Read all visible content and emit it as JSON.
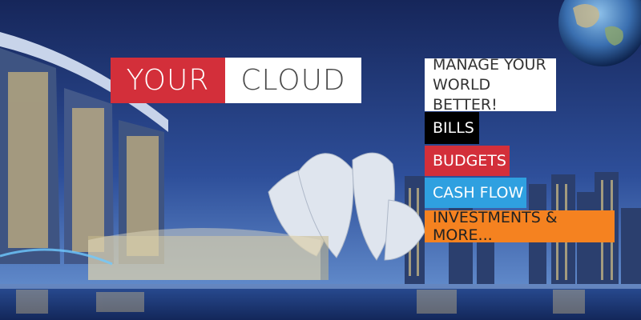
{
  "logo": {
    "part1": "YOUR",
    "part2": "CLOUD"
  },
  "tagline": "MANAGE YOUR WORLD BETTER!",
  "categories": {
    "bills": "BILLS",
    "budgets": "BUDGETS",
    "cash_flow": "CASH FLOW",
    "investments": "INVESTMENTS & MORE..."
  },
  "colors": {
    "brand_red": "#d32f3a",
    "cash_blue": "#2fa0e0",
    "invest_orange": "#f58220",
    "bills_black": "#000000",
    "sky_top": "#1a2f6b",
    "sky_bottom": "#4a7ec9"
  }
}
